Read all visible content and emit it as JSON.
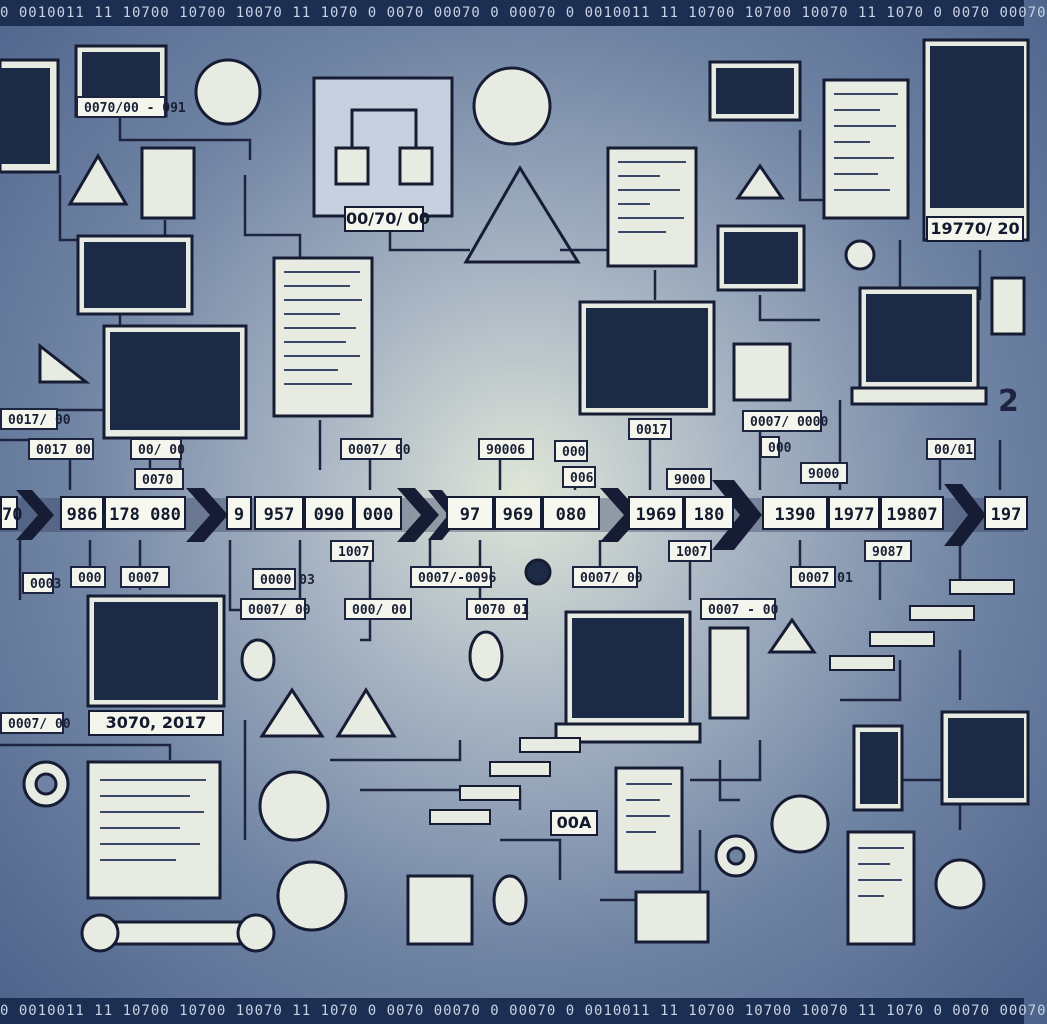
{
  "header_strip": "0 0010011 11 10700 10700 10070 11 1070 0 0070 00070 0 00070 0 0010011 11 10700 10700 10070 11 1070 0 0070 00070",
  "footer_strip": "0 0010011 11 10700 10700 10070 11 1070 0 0070 00070 0 00070 0 0010011 11 10700 10700 10070 11 1070 0 0070 00070",
  "timeline_segments": [
    {
      "labels": [
        "70"
      ]
    },
    {
      "labels": [
        "986",
        "178 080"
      ]
    },
    {
      "labels": [
        "9"
      ]
    },
    {
      "labels": [
        "957",
        "090",
        "000"
      ]
    },
    {
      "labels": [
        "97",
        "969",
        "080"
      ]
    },
    {
      "labels": [
        "1969",
        "180"
      ]
    },
    {
      "labels": [
        "1390",
        "1977",
        "19807"
      ]
    },
    {
      "labels": [
        "197"
      ]
    }
  ],
  "date_tags": [
    "0070/00 - 091",
    "0017/ 00",
    "0017 00",
    "00/ 00",
    "0070",
    "0007/ 00",
    "90006",
    "006",
    "000",
    "0017",
    "0007/ 0000",
    "9000",
    "9000",
    "00/01",
    "1007",
    "1007",
    "0000 03",
    "000",
    "0007",
    "0007/ 00",
    "0007/-0096",
    "0070 01",
    "9087",
    "0007 01",
    "0003",
    "0007 - 00",
    "0007/ 00",
    "000/ 00",
    "0007/ 00",
    "000"
  ],
  "captions": [
    "00/70/ 00",
    "19770/ 20",
    "3070, 2017",
    "00A"
  ],
  "corner_number": "2",
  "colors": {
    "background": "#6f83a3",
    "accent": "#f4f6ee",
    "ink": "#161c33",
    "screen": "#1d2a46",
    "line": "#1c2440"
  }
}
